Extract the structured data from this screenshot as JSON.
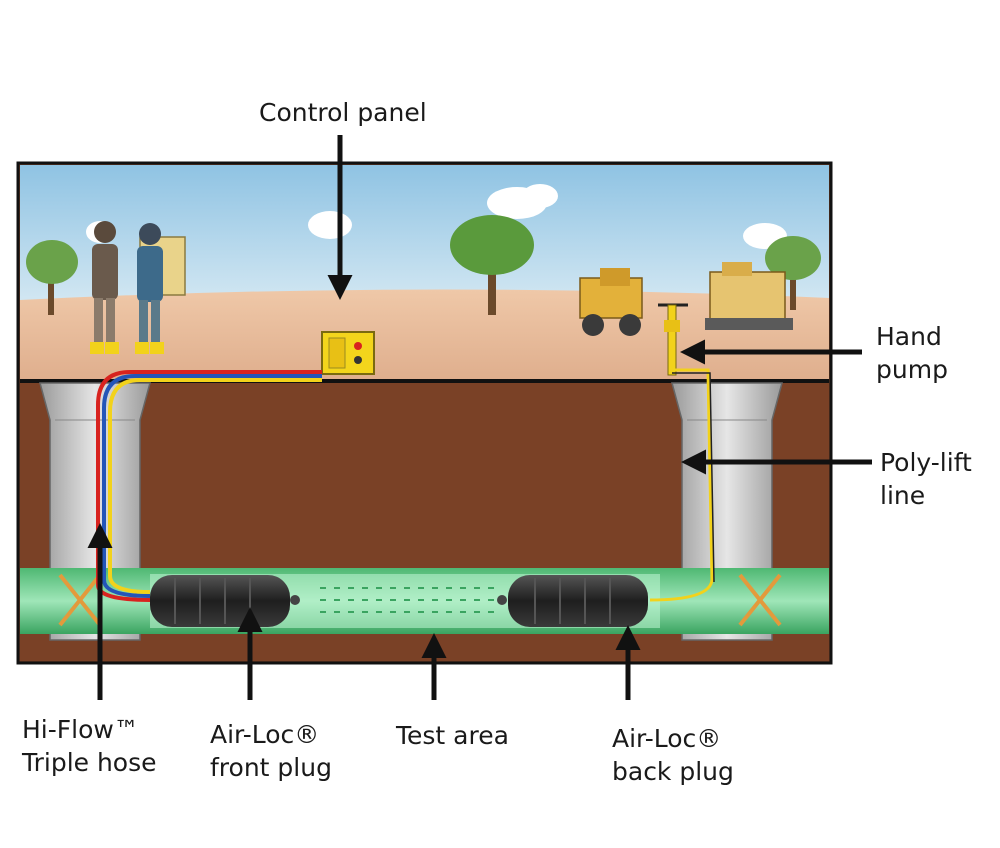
{
  "labels": {
    "control_panel": "Control panel",
    "hand_pump": [
      "Hand",
      "pump"
    ],
    "poly_lift_line": [
      "Poly-lift",
      "line"
    ],
    "hi_flow_hose": [
      "Hi-Flow™",
      "Triple hose"
    ],
    "front_plug": [
      "Air-Loc®",
      "front plug"
    ],
    "test_area": "Test area",
    "back_plug": [
      "Air-Loc®",
      "back plug"
    ]
  },
  "colors": {
    "sky": "#a9cfe6",
    "ground": "#e6b89a",
    "soil": "#7a4126",
    "pipe": "#6fcf8f",
    "manhole": "#c9c9c9",
    "plug": "#2a2a2a",
    "hose_red": "#d8231f",
    "hose_yellow": "#f2d21b",
    "hose_blue": "#2355b8",
    "panel": "#f3d51c",
    "arrow": "#111111"
  }
}
